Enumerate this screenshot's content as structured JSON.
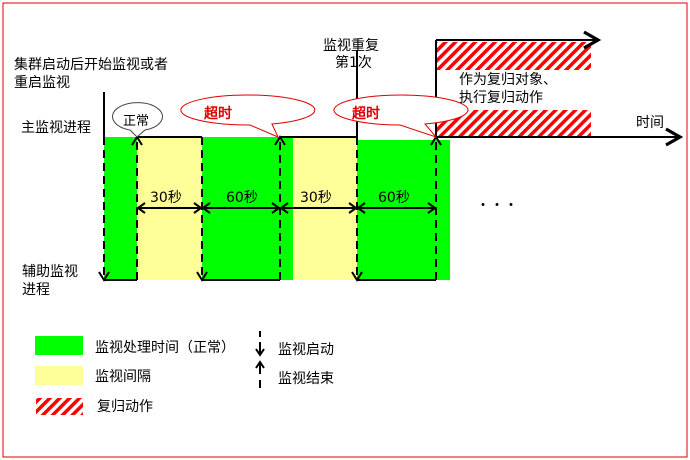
{
  "labels": {
    "start_note_line1": "集群启动后开始监视或者",
    "start_note_line2": "重启监视",
    "repeat_line1": "监视重复",
    "repeat_line2": "第1次",
    "main_process": "主监视进程",
    "aux_line1": "辅助监视",
    "aux_line2": "进程",
    "time_axis": "时间",
    "recovery_line1": "作为复归对象、",
    "recovery_line2": "执行复归动作",
    "ellipsis": "・・・"
  },
  "callouts": {
    "normal": "正常",
    "timeout1": "超时",
    "timeout2": "超时"
  },
  "intervals": [
    "30秒",
    "60秒",
    "30秒",
    "60秒"
  ],
  "legend": {
    "processing": "监视处理时间（正常）",
    "interval": "监视间隔",
    "recovery": "复归动作",
    "start": "监视启动",
    "end": "监视结束"
  },
  "colors": {
    "green": "#00ff00",
    "yellow": "#ffff99",
    "red": "#ff0000",
    "border": "#e00000"
  }
}
